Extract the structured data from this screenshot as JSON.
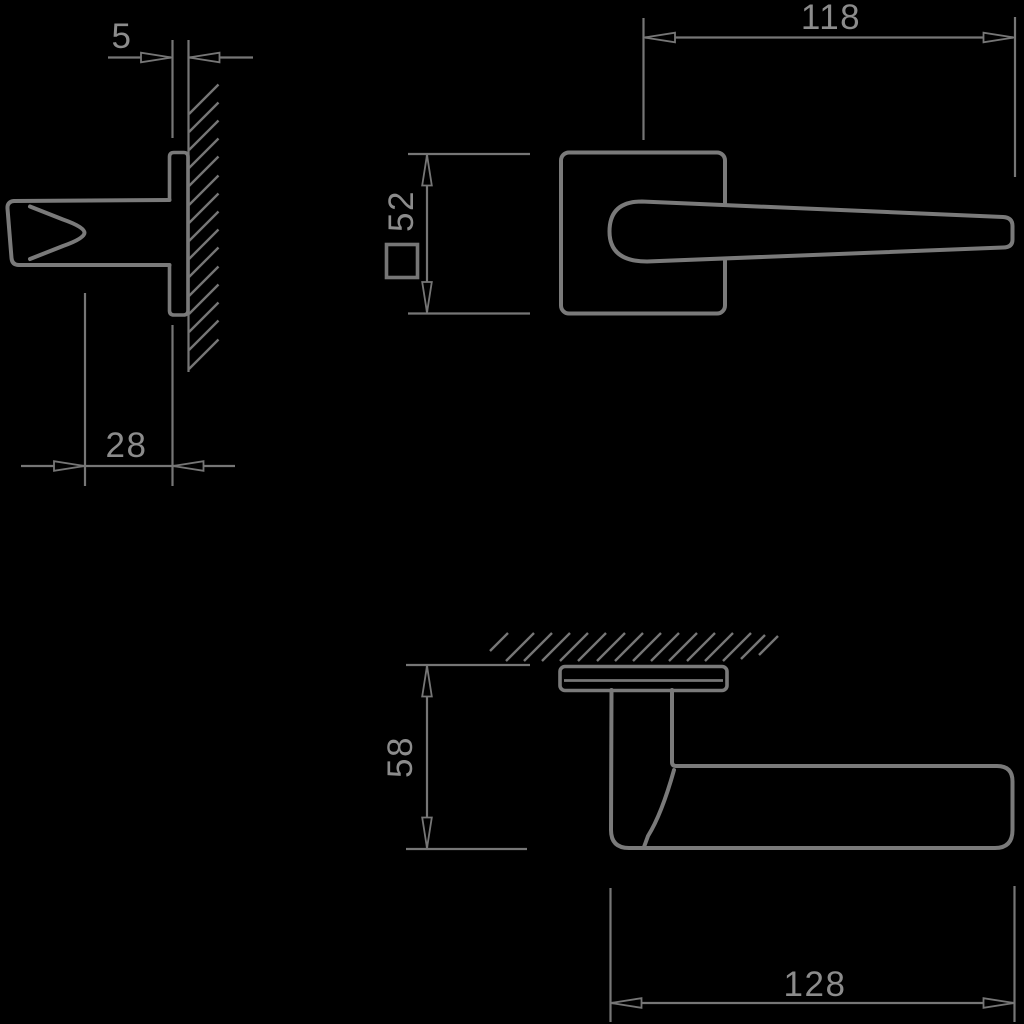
{
  "drawing": {
    "type": "technical-dimension-drawing",
    "subject": "door lever handle on square rose - three orthographic views",
    "colors": {
      "background": "#000000",
      "line": "#7a7a7a",
      "text": "#8c8c8c"
    },
    "views": {
      "side_profile": {
        "label_plate_thickness": "5",
        "label_projection": "28"
      },
      "front": {
        "label_lever_length": "118",
        "label_rose_size": "52",
        "rose_size_symbol": "□"
      },
      "top": {
        "label_height": "58",
        "label_total_length": "128"
      }
    }
  }
}
